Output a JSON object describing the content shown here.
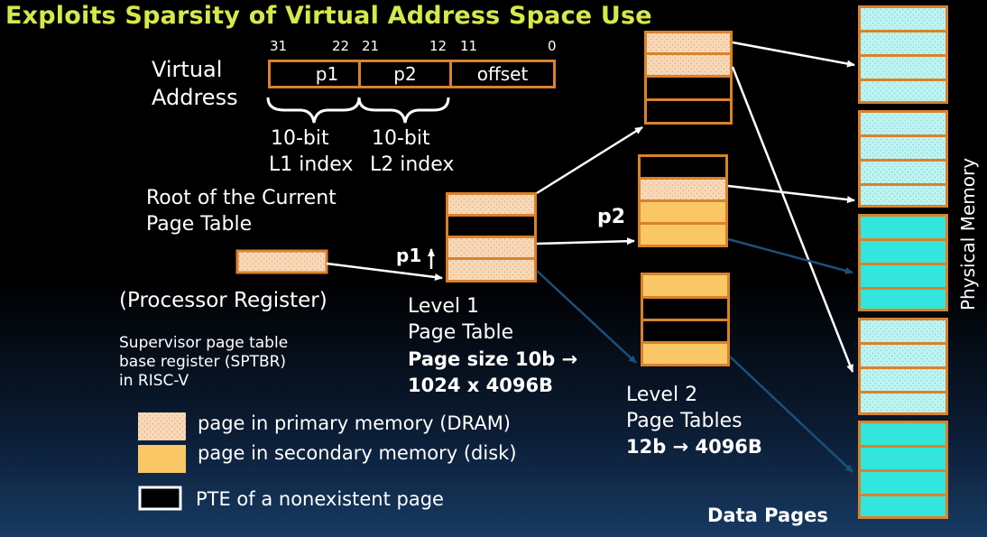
{
  "title": "Exploits Sparsity of Virtual Address Space Use",
  "virtual_address": {
    "label_line1": "Virtual",
    "label_line2": "Address",
    "bit_numbers": [
      "31",
      "22",
      "21",
      "12",
      "11",
      "0"
    ],
    "fields": [
      "p1",
      "p2",
      "offset"
    ],
    "l1_bits": "10-bit",
    "l1_index": "L1 index",
    "l2_bits": "10-bit",
    "l2_index": "L2 index"
  },
  "root": {
    "line1": "Root of the Current",
    "line2": "Page Table",
    "processor_register": "(Processor Register)",
    "sptbr_line1": "Supervisor page table",
    "sptbr_line2": "base register (SPTBR)",
    "sptbr_line3": "in RISC-V"
  },
  "level1": {
    "p1_label": "p1",
    "line1": "Level 1",
    "line2": "Page Table",
    "size_line1": "Page size 10b →",
    "size_line2": "1024 x 4096B"
  },
  "level2": {
    "p2_label": "p2",
    "line1": "Level 2",
    "line2": "Page Tables",
    "size": "12b → 4096B"
  },
  "legend": {
    "primary": "page in primary memory (DRAM)",
    "secondary": "page in secondary memory (disk)",
    "nonexistent": "PTE of a nonexistent page"
  },
  "data_pages": "Data Pages",
  "physical_memory": "Physical Memory",
  "colors": {
    "title": "#d6e84a",
    "orange_border": "#d9822b",
    "dram_fill": "#f7d9b8",
    "disk_fill": "#f9c766",
    "cyan_dram": "#bdf3f0",
    "cyan_solid": "#33e6dd",
    "blue_arrow": "#1d4f7a"
  }
}
